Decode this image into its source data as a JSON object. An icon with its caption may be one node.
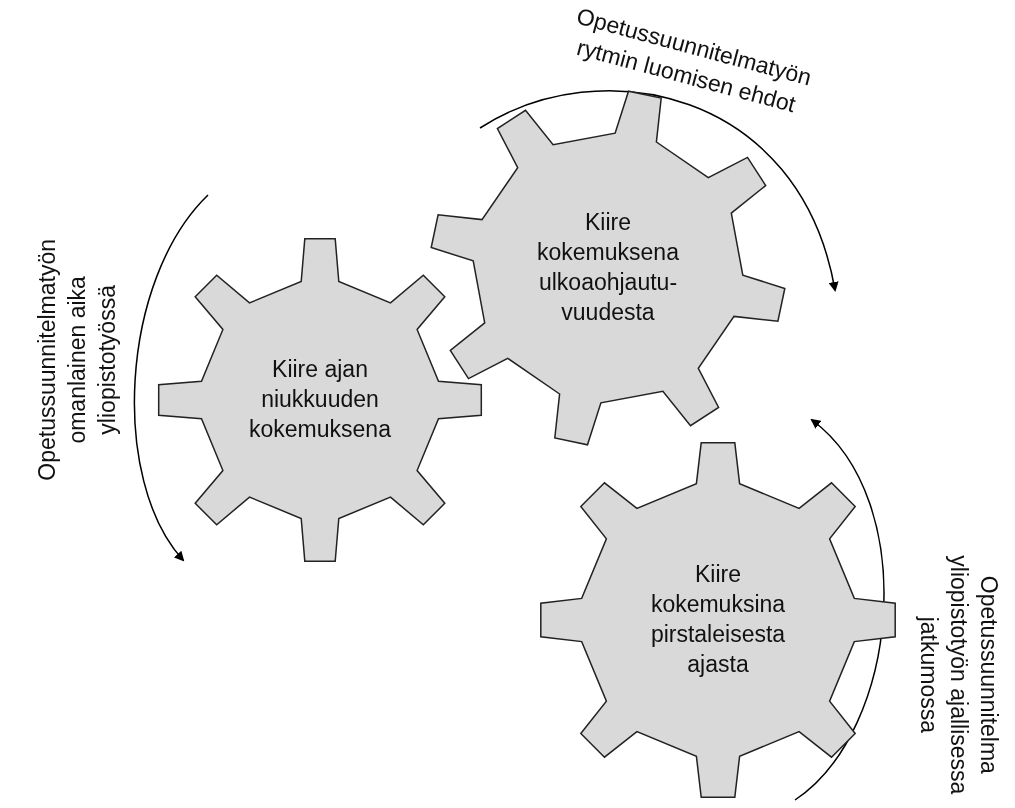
{
  "diagram": {
    "nodes": [
      {
        "text": [
          "Kiire ajan niukkuuden kokemuksena"
        ]
      },
      {
        "text": [
          "Kiire kokemuksena ulkoaohjautu- vuudesta"
        ]
      },
      {
        "text": [
          "Kiire kokemuksina pirstaleisesta ajasta"
        ]
      }
    ],
    "labels": [
      "Opetussuunnitelmatyön rytmin luomisen ehdot",
      "Opetussuunnitelmatyön omanlainen aika yliopistotyössä",
      "Opetussuunnitelma yliopistotyön ajallisessa jatkumossa"
    ]
  }
}
